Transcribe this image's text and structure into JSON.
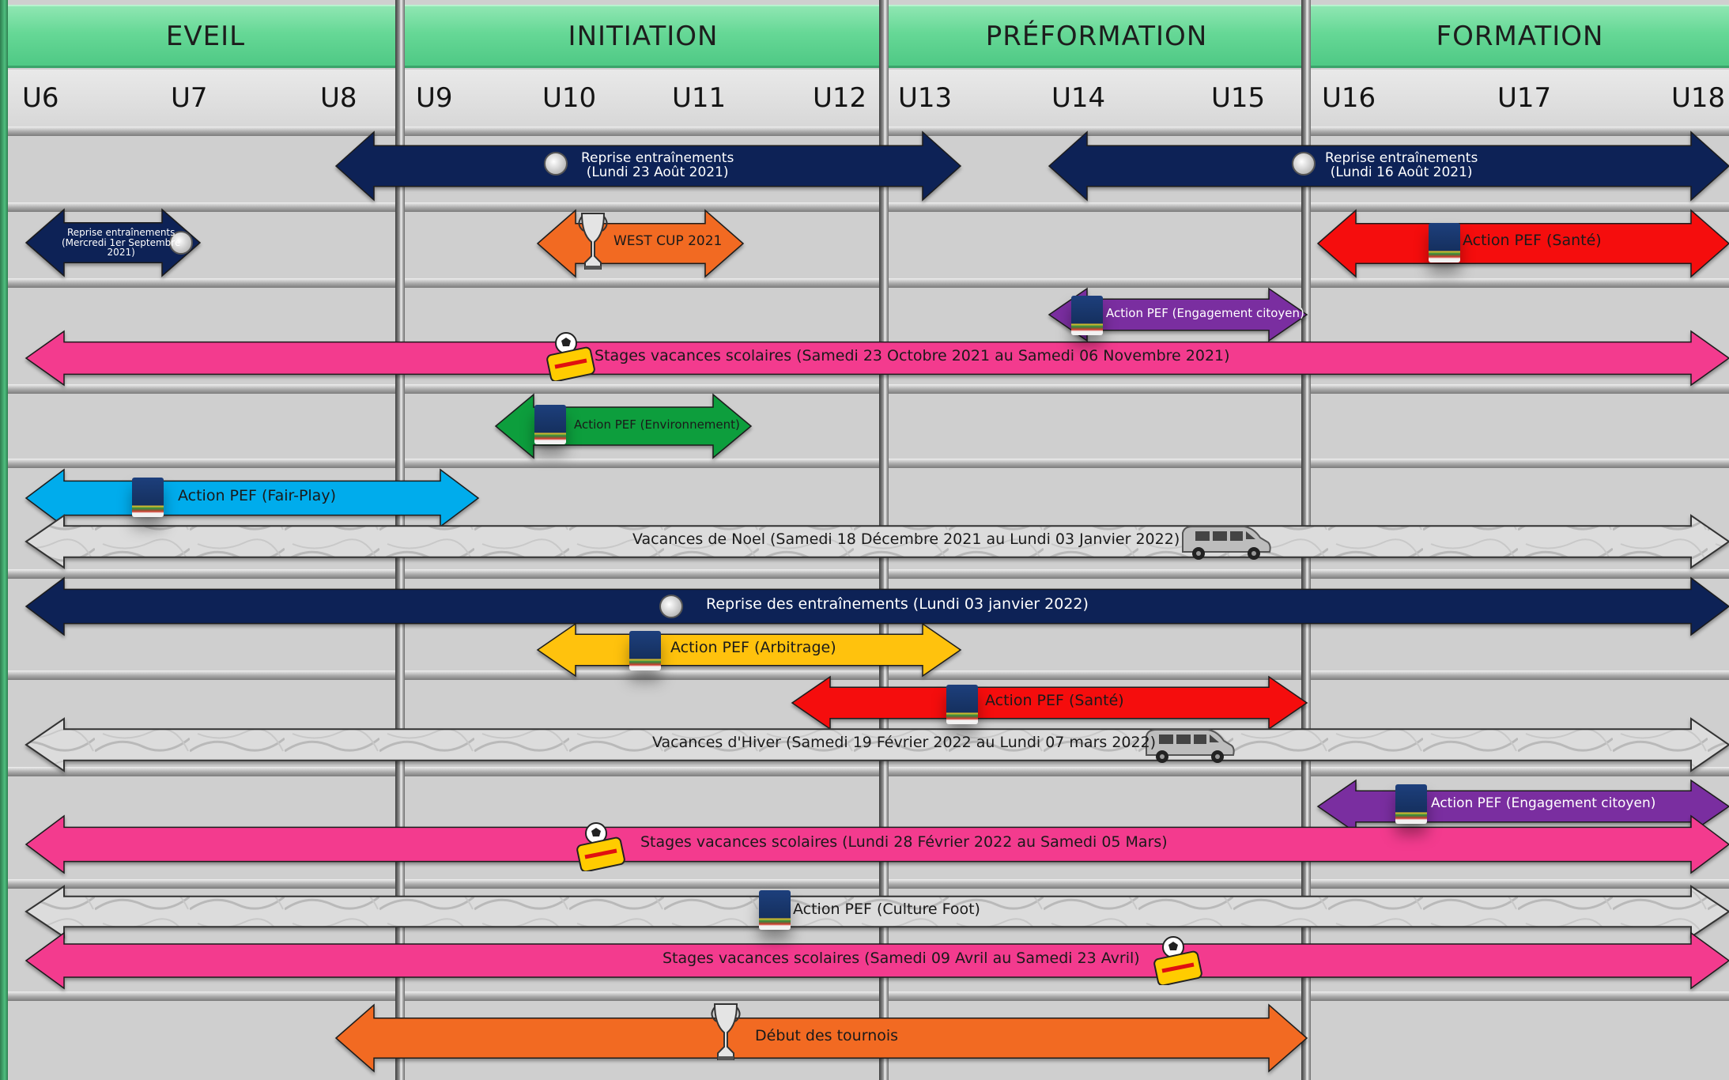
{
  "categories": [
    {
      "id": "eveil",
      "label": "EVEIL"
    },
    {
      "id": "initiation",
      "label": "INITIATION"
    },
    {
      "id": "preformation",
      "label": "PRÉFORMATION"
    },
    {
      "id": "formation",
      "label": "FORMATION"
    }
  ],
  "ages": [
    "U6",
    "U7",
    "U8",
    "U9",
    "U10",
    "U11",
    "U12",
    "U13",
    "U14",
    "U15",
    "U16",
    "U17",
    "U18"
  ],
  "colors": {
    "navy": "#0c2157",
    "orange": "#f26b21",
    "red": "#f50a0a",
    "purple": "#7a2fa0",
    "pink": "#f33a8e",
    "green": "#0f9e3d",
    "cyan": "#00acec",
    "yellow": "#ffc20e",
    "grey": "#d9d9d9"
  },
  "arrows": [
    {
      "id": "reprise-u8-u12",
      "color": "navy",
      "icon": "whistle-icon",
      "lines": [
        "Reprise entraînements",
        "(Lundi 23 Août 2021)"
      ],
      "text_color": "#ffffff"
    },
    {
      "id": "reprise-u14-u18",
      "color": "navy",
      "icon": "whistle-icon",
      "lines": [
        "Reprise entraînements",
        "(Lundi 16 Août 2021)"
      ],
      "text_color": "#ffffff"
    },
    {
      "id": "reprise-u6-u7",
      "color": "navy",
      "icon": "whistle-icon",
      "lines": [
        "Reprise entraînements",
        "(Mercredi 1er Septembre",
        "2021)"
      ],
      "text_color": "#ffffff"
    },
    {
      "id": "west-cup",
      "color": "orange",
      "icon": "trophy-icon",
      "lines": [
        "WEST CUP 2021"
      ],
      "text_color": "#1a1a1a"
    },
    {
      "id": "pef-sante-u16",
      "color": "red",
      "icon": "pef-book-icon",
      "lines": [
        "Action PEF (Santé)"
      ],
      "text_color": "#1a1a1a"
    },
    {
      "id": "pef-engagement-u14",
      "color": "purple",
      "icon": "pef-book-icon",
      "lines": [
        "Action PEF (Engagement citoyen)"
      ],
      "text_color": "#ffffff"
    },
    {
      "id": "stages-toussaint",
      "color": "pink",
      "icon": "stages-foot-icon",
      "lines": [
        "Stages vacances scolaires (Samedi 23 Octobre 2021 au Samedi 06 Novembre 2021)"
      ],
      "text_color": "#1a1a1a"
    },
    {
      "id": "pef-environnement",
      "color": "green",
      "icon": "pef-book-icon",
      "lines": [
        "Action PEF (Environnement)"
      ],
      "text_color": "#1a1a1a"
    },
    {
      "id": "pef-fair-play",
      "color": "cyan",
      "icon": "pef-book-icon",
      "lines": [
        "Action PEF (Fair-Play)"
      ],
      "text_color": "#1a1a1a"
    },
    {
      "id": "vacances-noel",
      "color": "grey",
      "icon": "van-icon",
      "lines": [
        "Vacances de Noel (Samedi 18 Décembre 2021 au Lundi 03 Janvier 2022)"
      ],
      "text_color": "#1a1a1a"
    },
    {
      "id": "reprise-janvier",
      "color": "navy",
      "icon": "whistle-icon",
      "lines": [
        "Reprise des entraînements (Lundi 03 janvier 2022)"
      ],
      "text_color": "#ffffff"
    },
    {
      "id": "pef-arbitrage",
      "color": "yellow",
      "icon": "pef-book-icon",
      "lines": [
        "Action PEF (Arbitrage)"
      ],
      "text_color": "#1a1a1a"
    },
    {
      "id": "pef-sante-u11",
      "color": "red",
      "icon": "pef-book-icon",
      "lines": [
        "Action PEF (Santé)"
      ],
      "text_color": "#1a1a1a"
    },
    {
      "id": "vacances-hiver",
      "color": "grey",
      "icon": "van-icon",
      "lines": [
        "Vacances d'Hiver (Samedi 19 Février 2022 au Lundi 07 mars 2022)"
      ],
      "text_color": "#1a1a1a"
    },
    {
      "id": "pef-engagement-u16",
      "color": "purple",
      "icon": "pef-book-icon",
      "lines": [
        "Action PEF (Engagement citoyen)"
      ],
      "text_color": "#ffffff"
    },
    {
      "id": "stages-hiver",
      "color": "pink",
      "icon": "stages-foot-icon",
      "lines": [
        "Stages vacances scolaires (Lundi 28 Février 2022 au Samedi 05 Mars)"
      ],
      "text_color": "#1a1a1a"
    },
    {
      "id": "pef-culture-foot",
      "color": "grey",
      "icon": "pef-book-icon",
      "lines": [
        "Action PEF (Culture Foot)"
      ],
      "text_color": "#1a1a1a"
    },
    {
      "id": "stages-printemps",
      "color": "pink",
      "icon": "stages-foot-icon",
      "lines": [
        "Stages vacances scolaires (Samedi 09 Avril au Samedi 23 Avril)"
      ],
      "text_color": "#1a1a1a"
    },
    {
      "id": "debut-tournois",
      "color": "orange",
      "icon": "trophy-icon",
      "lines": [
        "Début des tournois"
      ],
      "text_color": "#1a1a1a"
    }
  ]
}
